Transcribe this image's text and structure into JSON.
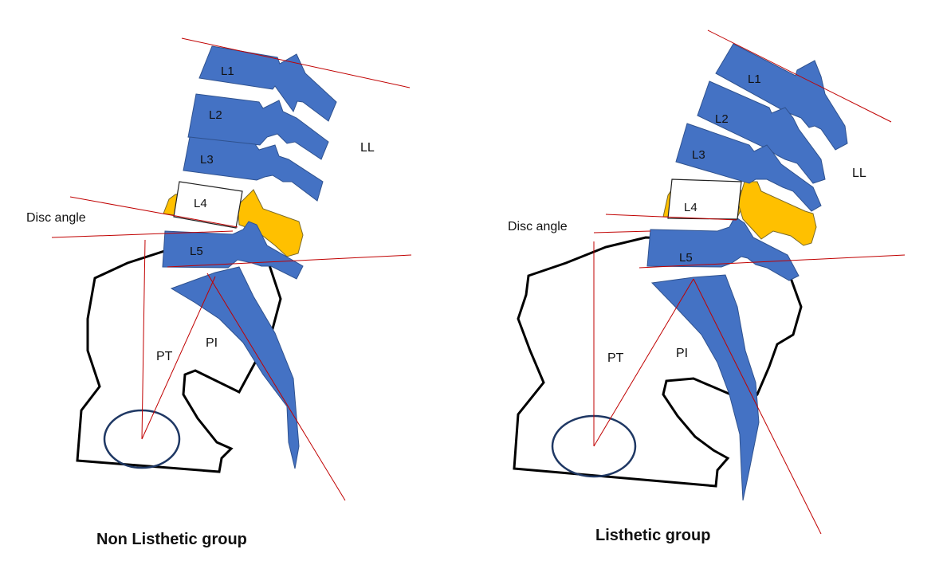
{
  "colors": {
    "bone": "#4472C4",
    "bone_stroke": "#2F528F",
    "disc": "#FFC000",
    "line": "#C00000",
    "outline": "#000000",
    "femoral_head": "#1F3864"
  },
  "panels": [
    {
      "caption": "Non Listhetic group",
      "vertebrae": [
        "L1",
        "L2",
        "L3",
        "L4",
        "L5"
      ],
      "labels": {
        "ll": "LL",
        "disc_angle": "Disc angle",
        "pt": "PT",
        "pi": "PI"
      }
    },
    {
      "caption": "Listhetic group",
      "vertebrae": [
        "L1",
        "L2",
        "L3",
        "L4",
        "L5"
      ],
      "labels": {
        "ll": "LL",
        "disc_angle": "Disc angle",
        "pt": "PT",
        "pi": "PI"
      }
    }
  ]
}
